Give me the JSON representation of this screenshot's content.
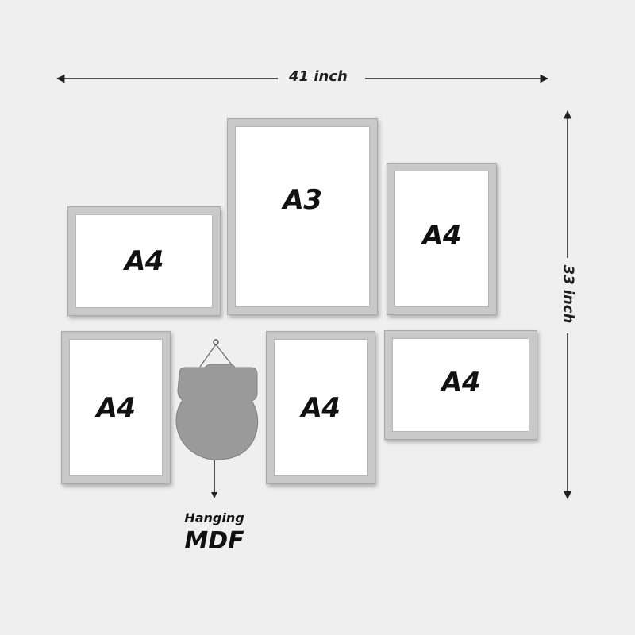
{
  "dimensions": {
    "width_label": "41 inch",
    "height_label": "33 inch"
  },
  "frames": [
    {
      "id": "a4-left-top",
      "label": "A4"
    },
    {
      "id": "a3-center-top",
      "label": "A3"
    },
    {
      "id": "a4-right-top",
      "label": "A4"
    },
    {
      "id": "a4-left-bottom",
      "label": "A4"
    },
    {
      "id": "a4-center-bottom",
      "label": "A4"
    },
    {
      "id": "a4-right-bottom",
      "label": "A4"
    }
  ],
  "hanging_mdf": {
    "caption_small": "Hanging",
    "caption_big": "MDF",
    "icon": "hanging-mdf-plaque-icon",
    "color": "#9a9a9a"
  },
  "colors": {
    "background": "#efefef",
    "frame_border": "#c9c9c9",
    "arrow": "#222222"
  }
}
